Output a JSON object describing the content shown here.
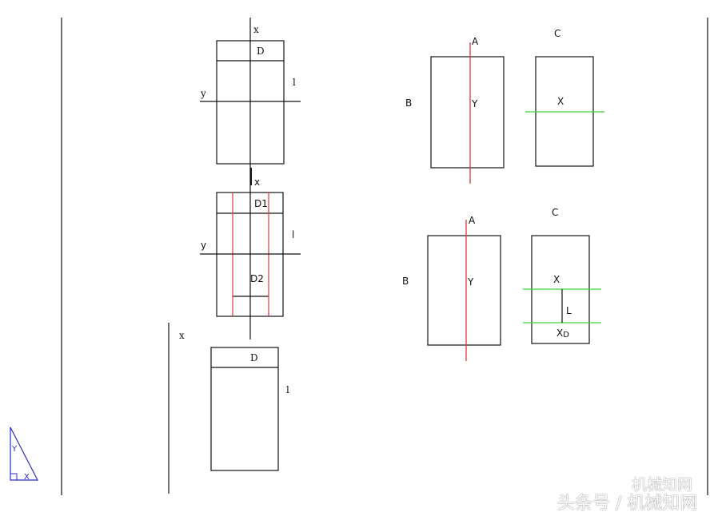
{
  "colors": {
    "line": "#111111",
    "axis_red": "#d83a3a",
    "axis_green": "#3fd23f",
    "triangle_blue": "#2b2bc8"
  },
  "fig1": {
    "x_label": "x",
    "y_label": "y",
    "top_label": "D",
    "side_label": "l"
  },
  "fig2": {
    "x_label": "x",
    "y_label": "y",
    "top_label": "D1",
    "mid_label": "D2",
    "side_label": "l"
  },
  "fig3": {
    "x_label": "x",
    "top_label": "D",
    "side_label": "l"
  },
  "fig4": {
    "a_label": "A",
    "b_label": "B",
    "y_label": "Y",
    "c_label": "C",
    "x_label": "X"
  },
  "fig5": {
    "a_label": "A",
    "b_label": "B",
    "y_label": "Y",
    "c_label": "C",
    "x_label": "X",
    "l_label": "L",
    "xd_label": "X",
    "xd_sub": "D"
  },
  "triangle": {
    "y_label": "Y",
    "x_label": "X"
  },
  "watermark": {
    "line1": "机械知网",
    "line2": "头条号 / 机械知网"
  }
}
